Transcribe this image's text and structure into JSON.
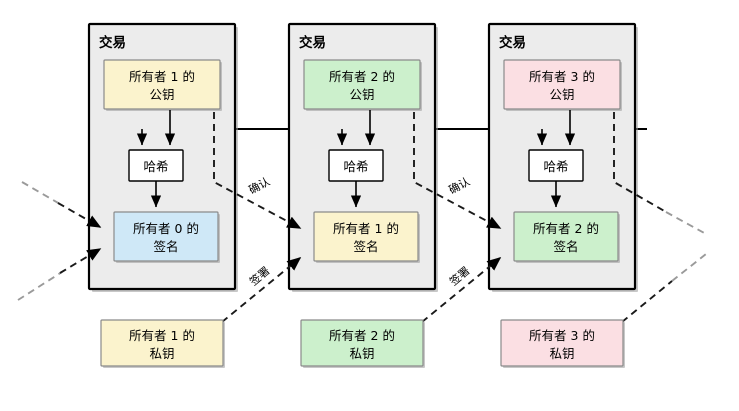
{
  "diagram": {
    "title": "Bitcoin transaction chain diagram",
    "background": "#ffffff",
    "colors": {
      "transaction_frame_fill": "#ececec",
      "transaction_frame_stroke": "#000000",
      "yellow": "#fbf3cd",
      "green": "#ccf0cc",
      "pink": "#fbdfe3",
      "blue": "#cfe8f7",
      "hash_fill": "#ffffff",
      "line": "#000000",
      "dashed_line": "#1a1a1a"
    },
    "transactions": [
      {
        "id": "tx-1",
        "title": "交易",
        "public_key": {
          "line1": "所有者 1 的",
          "line2": "公钥",
          "color": "yellow"
        },
        "hash": "哈希",
        "signature": {
          "line1": "所有者 0 的",
          "line2": "签名",
          "color": "blue"
        }
      },
      {
        "id": "tx-2",
        "title": "交易",
        "public_key": {
          "line1": "所有者 2 的",
          "line2": "公钥",
          "color": "green"
        },
        "hash": "哈希",
        "signature": {
          "line1": "所有者 1 的",
          "line2": "签名",
          "color": "yellow"
        }
      },
      {
        "id": "tx-3",
        "title": "交易",
        "public_key": {
          "line1": "所有者 3 的",
          "line2": "公钥",
          "color": "pink"
        },
        "hash": "哈希",
        "signature": {
          "line1": "所有者 2 的",
          "line2": "签名",
          "color": "green"
        }
      }
    ],
    "private_keys": [
      {
        "id": "pk-1",
        "line1": "所有者 1 的",
        "line2": "私钥",
        "color": "yellow"
      },
      {
        "id": "pk-2",
        "line1": "所有者 2 的",
        "line2": "私钥",
        "color": "green"
      },
      {
        "id": "pk-3",
        "line1": "所有者 3 的",
        "line2": "私钥",
        "color": "pink"
      }
    ],
    "edge_labels": [
      {
        "id": "verify-1",
        "text": "确认"
      },
      {
        "id": "sign-1",
        "text": "签署"
      },
      {
        "id": "verify-2",
        "text": "确认"
      },
      {
        "id": "sign-2",
        "text": "签署"
      }
    ]
  }
}
